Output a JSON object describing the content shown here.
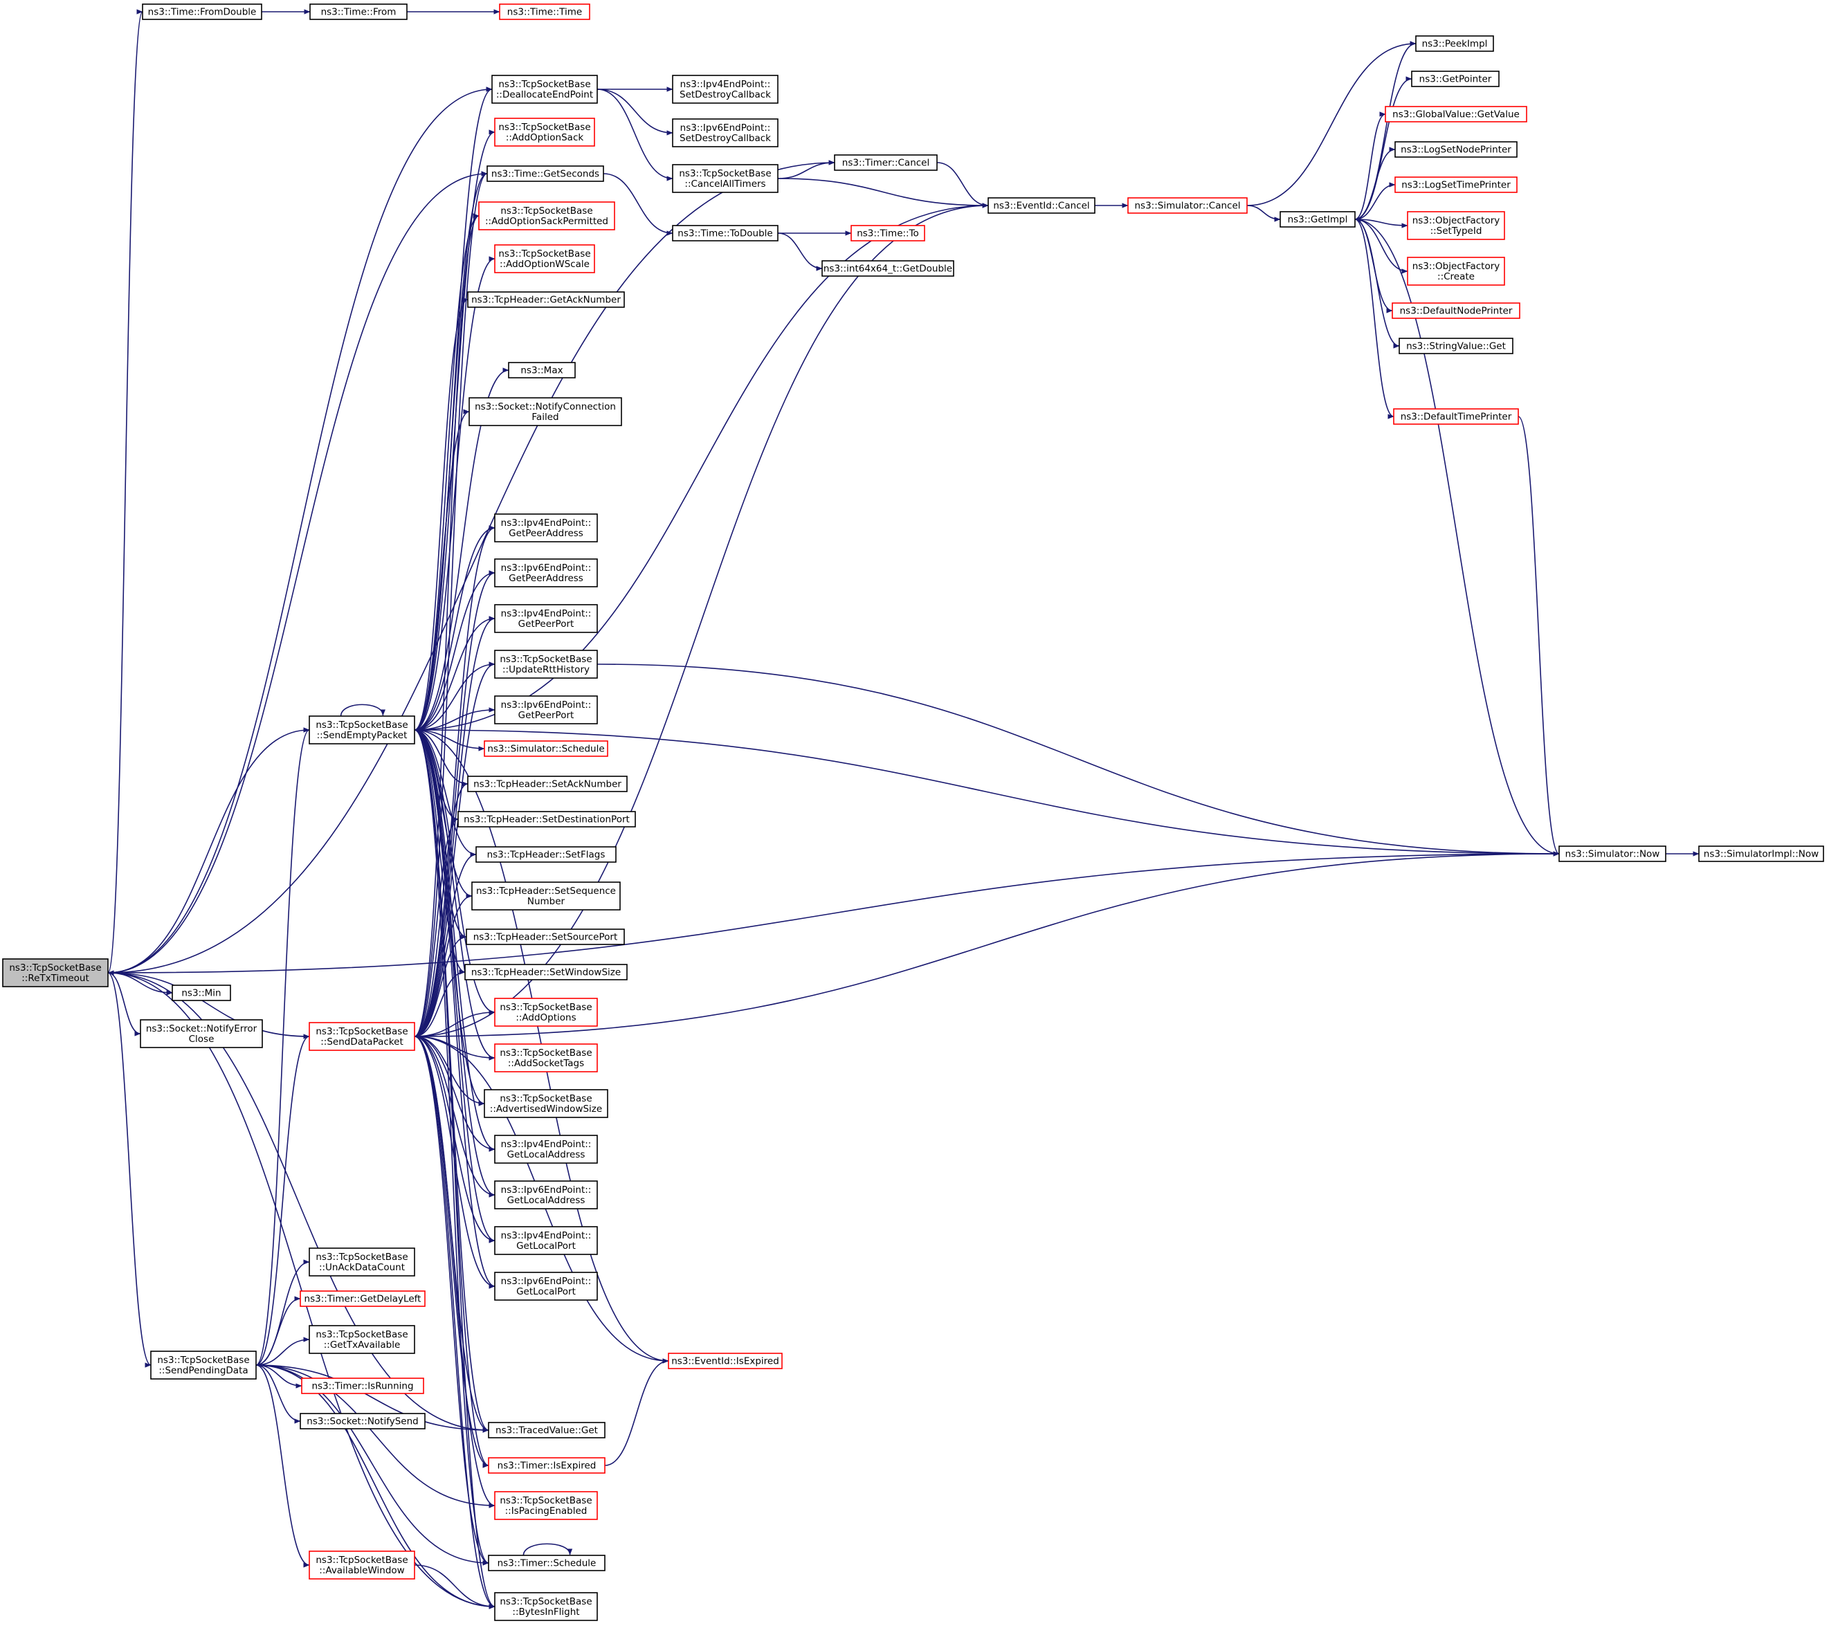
{
  "colors": {
    "edge": "#191970",
    "box_border": "#000000",
    "box_border_incomplete": "#ff0000",
    "focus_fill": "#bfbfbf",
    "background": "#ffffff"
  },
  "nodes": [
    {
      "id": "retx",
      "lines": [
        "ns3::TcpSocketBase",
        "::ReTxTimeout"
      ],
      "focus": true
    },
    {
      "id": "fromdouble",
      "lines": [
        "ns3::Time::FromDouble"
      ]
    },
    {
      "id": "from",
      "lines": [
        "ns3::Time::From"
      ]
    },
    {
      "id": "time",
      "lines": [
        "ns3::Time::Time"
      ],
      "incomplete": true
    },
    {
      "id": "dealloc",
      "lines": [
        "ns3::TcpSocketBase",
        "::DeallocateEndPoint"
      ]
    },
    {
      "id": "ipv4destroy",
      "lines": [
        "ns3::Ipv4EndPoint::",
        "SetDestroyCallback"
      ]
    },
    {
      "id": "ipv6destroy",
      "lines": [
        "ns3::Ipv6EndPoint::",
        "SetDestroyCallback"
      ]
    },
    {
      "id": "canceltimers",
      "lines": [
        "ns3::TcpSocketBase",
        "::CancelAllTimers"
      ]
    },
    {
      "id": "timercancel",
      "lines": [
        "ns3::Timer::Cancel"
      ]
    },
    {
      "id": "eventcancel",
      "lines": [
        "ns3::EventId::Cancel"
      ]
    },
    {
      "id": "simcancel",
      "lines": [
        "ns3::Simulator::Cancel"
      ],
      "incomplete": true
    },
    {
      "id": "getimpl",
      "lines": [
        "ns3::GetImpl"
      ]
    },
    {
      "id": "peekimpl",
      "lines": [
        "ns3::PeekImpl"
      ]
    },
    {
      "id": "getpointer",
      "lines": [
        "ns3::GetPointer"
      ]
    },
    {
      "id": "gvgetvalue",
      "lines": [
        "ns3::GlobalValue::GetValue"
      ],
      "incomplete": true
    },
    {
      "id": "logsetnode",
      "lines": [
        "ns3::LogSetNodePrinter"
      ]
    },
    {
      "id": "logsettime",
      "lines": [
        "ns3::LogSetTimePrinter"
      ],
      "incomplete": true
    },
    {
      "id": "ofsettypeid",
      "lines": [
        "ns3::ObjectFactory",
        "::SetTypeId"
      ],
      "incomplete": true
    },
    {
      "id": "ofcreate",
      "lines": [
        "ns3::ObjectFactory",
        "::Create"
      ],
      "incomplete": true
    },
    {
      "id": "defnodeprinter",
      "lines": [
        "ns3::DefaultNodePrinter"
      ],
      "incomplete": true
    },
    {
      "id": "svget",
      "lines": [
        "ns3::StringValue::Get"
      ]
    },
    {
      "id": "deftimeprinter",
      "lines": [
        "ns3::DefaultTimePrinter"
      ],
      "incomplete": true
    },
    {
      "id": "simnow",
      "lines": [
        "ns3::Simulator::Now"
      ]
    },
    {
      "id": "simimplnow",
      "lines": [
        "ns3::SimulatorImpl::Now"
      ]
    },
    {
      "id": "addsack",
      "lines": [
        "ns3::TcpSocketBase",
        "::AddOptionSack"
      ],
      "incomplete": true
    },
    {
      "id": "getseconds",
      "lines": [
        "ns3::Time::GetSeconds"
      ]
    },
    {
      "id": "todouble",
      "lines": [
        "ns3::Time::ToDouble"
      ]
    },
    {
      "id": "timeto",
      "lines": [
        "ns3::Time::To"
      ],
      "incomplete": true
    },
    {
      "id": "int64get",
      "lines": [
        "ns3::int64x64_t::GetDouble"
      ]
    },
    {
      "id": "addsackperm",
      "lines": [
        "ns3::TcpSocketBase",
        "::AddOptionSackPermitted"
      ],
      "incomplete": true
    },
    {
      "id": "addwscale",
      "lines": [
        "ns3::TcpSocketBase",
        "::AddOptionWScale"
      ],
      "incomplete": true
    },
    {
      "id": "getack",
      "lines": [
        "ns3::TcpHeader::GetAckNumber"
      ]
    },
    {
      "id": "max",
      "lines": [
        "ns3::Max"
      ]
    },
    {
      "id": "notifyconnfail",
      "lines": [
        "ns3::Socket::NotifyConnection",
        "Failed"
      ]
    },
    {
      "id": "ipv4peeraddr",
      "lines": [
        "ns3::Ipv4EndPoint::",
        "GetPeerAddress"
      ]
    },
    {
      "id": "ipv6peeraddr",
      "lines": [
        "ns3::Ipv6EndPoint::",
        "GetPeerAddress"
      ]
    },
    {
      "id": "ipv4peerport",
      "lines": [
        "ns3::Ipv4EndPoint::",
        "GetPeerPort"
      ]
    },
    {
      "id": "updatertt",
      "lines": [
        "ns3::TcpSocketBase",
        "::UpdateRttHistory"
      ]
    },
    {
      "id": "ipv6peerport",
      "lines": [
        "ns3::Ipv6EndPoint::",
        "GetPeerPort"
      ]
    },
    {
      "id": "sendempty",
      "lines": [
        "ns3::TcpSocketBase",
        "::SendEmptyPacket"
      ]
    },
    {
      "id": "simschedule",
      "lines": [
        "ns3::Simulator::Schedule"
      ],
      "incomplete": true
    },
    {
      "id": "setack",
      "lines": [
        "ns3::TcpHeader::SetAckNumber"
      ]
    },
    {
      "id": "setdstport",
      "lines": [
        "ns3::TcpHeader::SetDestinationPort"
      ]
    },
    {
      "id": "setflags",
      "lines": [
        "ns3::TcpHeader::SetFlags"
      ]
    },
    {
      "id": "setseq",
      "lines": [
        "ns3::TcpHeader::SetSequence",
        "Number"
      ]
    },
    {
      "id": "setsrcport",
      "lines": [
        "ns3::TcpHeader::SetSourcePort"
      ]
    },
    {
      "id": "setwin",
      "lines": [
        "ns3::TcpHeader::SetWindowSize"
      ]
    },
    {
      "id": "addoptions",
      "lines": [
        "ns3::TcpSocketBase",
        "::AddOptions"
      ],
      "incomplete": true
    },
    {
      "id": "addtags",
      "lines": [
        "ns3::TcpSocketBase",
        "::AddSocketTags"
      ],
      "incomplete": true
    },
    {
      "id": "advwin",
      "lines": [
        "ns3::TcpSocketBase",
        "::AdvertisedWindowSize"
      ]
    },
    {
      "id": "ipv4localaddr",
      "lines": [
        "ns3::Ipv4EndPoint::",
        "GetLocalAddress"
      ]
    },
    {
      "id": "ipv6localaddr",
      "lines": [
        "ns3::Ipv6EndPoint::",
        "GetLocalAddress"
      ]
    },
    {
      "id": "ipv4localport",
      "lines": [
        "ns3::Ipv4EndPoint::",
        "GetLocalPort"
      ]
    },
    {
      "id": "ipv6localport",
      "lines": [
        "ns3::Ipv6EndPoint::",
        "GetLocalPort"
      ]
    },
    {
      "id": "min",
      "lines": [
        "ns3::Min"
      ]
    },
    {
      "id": "notifyerr",
      "lines": [
        "ns3::Socket::NotifyError",
        "Close"
      ]
    },
    {
      "id": "senddata",
      "lines": [
        "ns3::TcpSocketBase",
        "::SendDataPacket"
      ],
      "incomplete": true
    },
    {
      "id": "unack",
      "lines": [
        "ns3::TcpSocketBase",
        "::UnAckDataCount"
      ]
    },
    {
      "id": "getdelayleft",
      "lines": [
        "ns3::Timer::GetDelayLeft"
      ],
      "incomplete": true
    },
    {
      "id": "gettxavail",
      "lines": [
        "ns3::TcpSocketBase",
        "::GetTxAvailable"
      ]
    },
    {
      "id": "sendpending",
      "lines": [
        "ns3::TcpSocketBase",
        "::SendPendingData"
      ]
    },
    {
      "id": "isrunning",
      "lines": [
        "ns3::Timer::IsRunning"
      ],
      "incomplete": true
    },
    {
      "id": "notifysend",
      "lines": [
        "ns3::Socket::NotifySend"
      ]
    },
    {
      "id": "isexpiredevt",
      "lines": [
        "ns3::EventId::IsExpired"
      ],
      "incomplete": true
    },
    {
      "id": "tracedget",
      "lines": [
        "ns3::TracedValue::Get"
      ]
    },
    {
      "id": "timerisexpired",
      "lines": [
        "ns3::Timer::IsExpired"
      ],
      "incomplete": true
    },
    {
      "id": "pacing",
      "lines": [
        "ns3::TcpSocketBase",
        "::IsPacingEnabled"
      ],
      "incomplete": true
    },
    {
      "id": "timerschedule",
      "lines": [
        "ns3::Timer::Schedule"
      ]
    },
    {
      "id": "availwin",
      "lines": [
        "ns3::TcpSocketBase",
        "::AvailableWindow"
      ],
      "incomplete": true
    },
    {
      "id": "bytesinflight",
      "lines": [
        "ns3::TcpSocketBase",
        "::BytesInFlight"
      ]
    }
  ],
  "edges": [
    [
      "retx",
      "fromdouble"
    ],
    [
      "retx",
      "timercancel"
    ],
    [
      "retx",
      "dealloc"
    ],
    [
      "retx",
      "getseconds"
    ],
    [
      "retx",
      "sendempty"
    ],
    [
      "retx",
      "min"
    ],
    [
      "retx",
      "notifyerr"
    ],
    [
      "retx",
      "sendpending"
    ],
    [
      "retx",
      "tracedget"
    ],
    [
      "retx",
      "bytesinflight"
    ],
    [
      "retx",
      "simnow"
    ],
    [
      "fromdouble",
      "from"
    ],
    [
      "from",
      "time"
    ],
    [
      "dealloc",
      "ipv4destroy"
    ],
    [
      "dealloc",
      "ipv6destroy"
    ],
    [
      "dealloc",
      "canceltimers"
    ],
    [
      "canceltimers",
      "timercancel"
    ],
    [
      "canceltimers",
      "eventcancel"
    ],
    [
      "timercancel",
      "eventcancel"
    ],
    [
      "eventcancel",
      "simcancel"
    ],
    [
      "simcancel",
      "getimpl"
    ],
    [
      "simcancel",
      "peekimpl"
    ],
    [
      "getimpl",
      "peekimpl"
    ],
    [
      "getimpl",
      "getpointer"
    ],
    [
      "getimpl",
      "gvgetvalue"
    ],
    [
      "getimpl",
      "logsetnode"
    ],
    [
      "getimpl",
      "logsettime"
    ],
    [
      "getimpl",
      "ofsettypeid"
    ],
    [
      "getimpl",
      "ofcreate"
    ],
    [
      "getimpl",
      "defnodeprinter"
    ],
    [
      "getimpl",
      "svget"
    ],
    [
      "getimpl",
      "deftimeprinter"
    ],
    [
      "simnow",
      "getimpl"
    ],
    [
      "simnow",
      "simimplnow"
    ],
    [
      "deftimeprinter",
      "simnow"
    ],
    [
      "getseconds",
      "todouble"
    ],
    [
      "todouble",
      "timeto"
    ],
    [
      "todouble",
      "int64get"
    ],
    [
      "updatertt",
      "simnow"
    ],
    [
      "timerisexpired",
      "isexpiredevt"
    ],
    [
      "sendempty",
      "sendempty"
    ],
    [
      "sendempty",
      "dealloc"
    ],
    [
      "sendempty",
      "addsack"
    ],
    [
      "sendempty",
      "getseconds"
    ],
    [
      "sendempty",
      "addsackperm"
    ],
    [
      "sendempty",
      "addwscale"
    ],
    [
      "sendempty",
      "getack"
    ],
    [
      "sendempty",
      "max"
    ],
    [
      "sendempty",
      "notifyconnfail"
    ],
    [
      "sendempty",
      "simnow"
    ],
    [
      "sendempty",
      "isexpiredevt"
    ],
    [
      "sendempty",
      "ipv4peeraddr"
    ],
    [
      "sendempty",
      "ipv6peeraddr"
    ],
    [
      "sendempty",
      "ipv4peerport"
    ],
    [
      "sendempty",
      "updatertt"
    ],
    [
      "sendempty",
      "ipv6peerport"
    ],
    [
      "sendempty",
      "simschedule"
    ],
    [
      "sendempty",
      "setack"
    ],
    [
      "sendempty",
      "setdstport"
    ],
    [
      "sendempty",
      "setflags"
    ],
    [
      "sendempty",
      "setseq"
    ],
    [
      "sendempty",
      "setsrcport"
    ],
    [
      "sendempty",
      "setwin"
    ],
    [
      "sendempty",
      "addoptions"
    ],
    [
      "sendempty",
      "addtags"
    ],
    [
      "sendempty",
      "advwin"
    ],
    [
      "sendempty",
      "ipv4localaddr"
    ],
    [
      "sendempty",
      "ipv6localaddr"
    ],
    [
      "sendempty",
      "ipv4localport"
    ],
    [
      "sendempty",
      "ipv6localport"
    ],
    [
      "sendempty",
      "tracedget"
    ],
    [
      "sendempty",
      "timerisexpired"
    ],
    [
      "sendempty",
      "timerschedule"
    ],
    [
      "sendempty",
      "bytesinflight"
    ],
    [
      "sendempty",
      "eventcancel"
    ],
    [
      "senddata",
      "retx"
    ],
    [
      "senddata",
      "getseconds"
    ],
    [
      "senddata",
      "addsackperm"
    ],
    [
      "senddata",
      "ipv4peeraddr"
    ],
    [
      "senddata",
      "ipv6peeraddr"
    ],
    [
      "senddata",
      "ipv4peerport"
    ],
    [
      "senddata",
      "updatertt"
    ],
    [
      "senddata",
      "setack"
    ],
    [
      "senddata",
      "setdstport"
    ],
    [
      "senddata",
      "setflags"
    ],
    [
      "senddata",
      "setseq"
    ],
    [
      "senddata",
      "setsrcport"
    ],
    [
      "senddata",
      "setwin"
    ],
    [
      "senddata",
      "addoptions"
    ],
    [
      "senddata",
      "addtags"
    ],
    [
      "senddata",
      "advwin"
    ],
    [
      "senddata",
      "ipv4localaddr"
    ],
    [
      "senddata",
      "ipv6localaddr"
    ],
    [
      "senddata",
      "ipv4localport"
    ],
    [
      "senddata",
      "ipv6localport"
    ],
    [
      "senddata",
      "isexpiredevt"
    ],
    [
      "senddata",
      "tracedget"
    ],
    [
      "senddata",
      "timerisexpired"
    ],
    [
      "senddata",
      "pacing"
    ],
    [
      "senddata",
      "timerschedule"
    ],
    [
      "senddata",
      "bytesinflight"
    ],
    [
      "senddata",
      "simnow"
    ],
    [
      "senddata",
      "eventcancel"
    ],
    [
      "sendpending",
      "senddata"
    ],
    [
      "sendpending",
      "unack"
    ],
    [
      "sendpending",
      "getdelayleft"
    ],
    [
      "sendpending",
      "gettxavail"
    ],
    [
      "sendpending",
      "isrunning"
    ],
    [
      "sendpending",
      "notifysend"
    ],
    [
      "sendpending",
      "tracedget"
    ],
    [
      "sendpending",
      "pacing"
    ],
    [
      "sendpending",
      "timerschedule"
    ],
    [
      "sendpending",
      "availwin"
    ],
    [
      "sendpending",
      "bytesinflight"
    ],
    [
      "sendpending",
      "sendempty"
    ],
    [
      "availwin",
      "bytesinflight"
    ],
    [
      "timerschedule",
      "timerschedule"
    ]
  ]
}
